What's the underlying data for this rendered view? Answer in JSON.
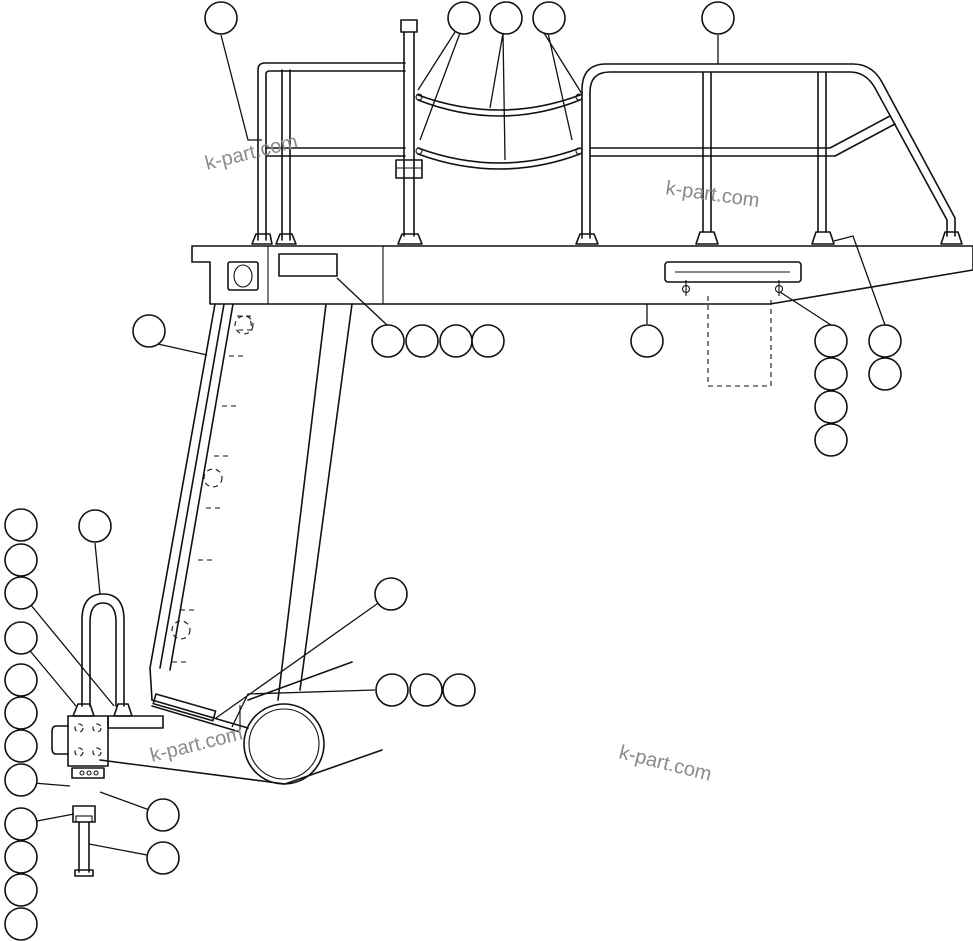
{
  "watermarks": [
    "k-part.com",
    "k-part.com",
    "k-part.com",
    "k-part.com"
  ],
  "callout_count": 38,
  "colors": {
    "line": "#111111",
    "watermark": "#8a8a8a",
    "background": "#ffffff"
  }
}
